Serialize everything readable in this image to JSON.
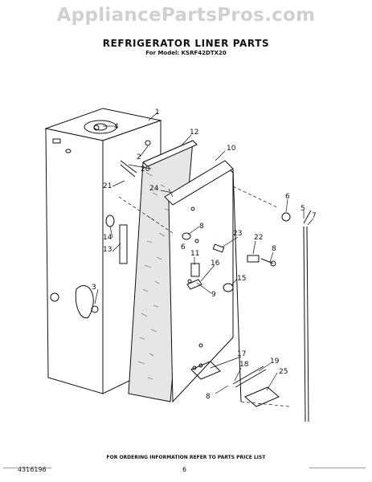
{
  "watermark": "AppliancePartsPros.com",
  "title": "REFRIGERATOR LINER PARTS",
  "subtitle": "For Model: KSRF42DTX20",
  "footer": {
    "ordering": "FOR ORDERING INFORMATION REFER TO PARTS PRICE LIST",
    "doc_number": "4316196",
    "page_number": "6"
  },
  "callouts": {
    "c1": "1",
    "c2": "2",
    "c3": "3",
    "c4": "4",
    "c5": "5",
    "c6": "6",
    "c7": "7",
    "c8a": "8",
    "c8b": "8",
    "c8c": "8",
    "c9": "9",
    "c10": "10",
    "c11": "11",
    "c12": "12",
    "c13": "13",
    "c14": "14",
    "c15": "15",
    "c16": "16",
    "c17": "17",
    "c18": "18",
    "c19": "19",
    "c20": "20",
    "c21": "21",
    "c22": "22",
    "c23": "23",
    "c24": "24",
    "c25": "25",
    "c6b": "6"
  }
}
